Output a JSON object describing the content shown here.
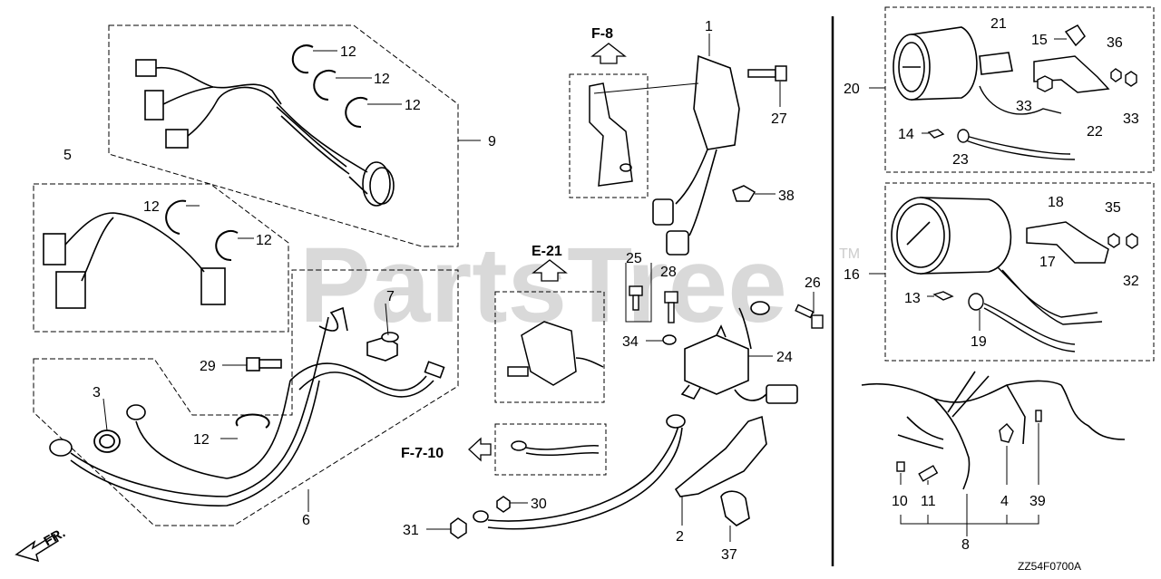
{
  "watermark": {
    "text": "PartsTree",
    "tm": "TM"
  },
  "diagram_code": "ZZ54F0700A",
  "direction_label": "FR.",
  "references": {
    "f8": "F-8",
    "e21": "E-21",
    "f710": "F-7-10"
  },
  "callouts": {
    "c1": "1",
    "c2": "2",
    "c3": "3",
    "c4": "4",
    "c5": "5",
    "c6": "6",
    "c7": "7",
    "c8": "8",
    "c9": "9",
    "c10": "10",
    "c11": "11",
    "c12": "12",
    "c13": "13",
    "c14": "14",
    "c15": "15",
    "c16": "16",
    "c17": "17",
    "c18": "18",
    "c19": "19",
    "c20": "20",
    "c21": "21",
    "c22": "22",
    "c23": "23",
    "c24": "24",
    "c25": "25",
    "c26": "26",
    "c27": "27",
    "c28": "28",
    "c29": "29",
    "c30": "30",
    "c31": "31",
    "c32": "32",
    "c33": "33",
    "c34": "34",
    "c35": "35",
    "c36": "36",
    "c37": "37",
    "c38": "38",
    "c39": "39"
  }
}
